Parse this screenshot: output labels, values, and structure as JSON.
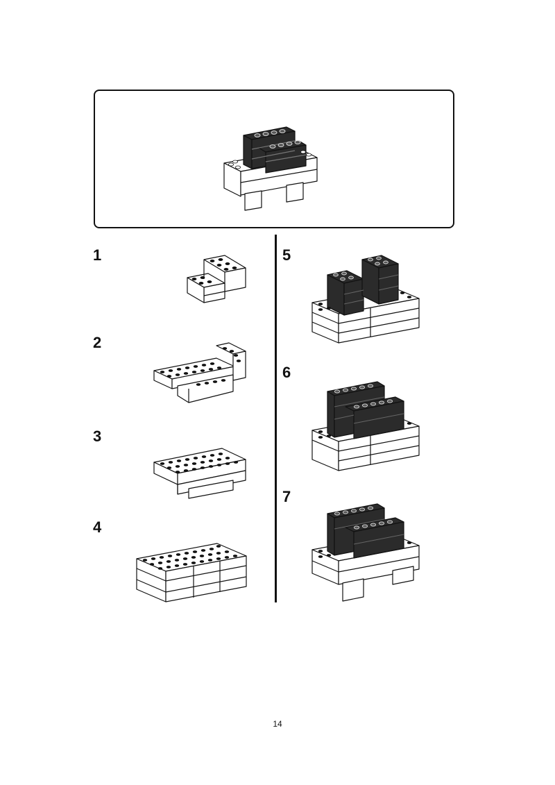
{
  "steps": [
    {
      "number": "1"
    },
    {
      "number": "2"
    },
    {
      "number": "3"
    },
    {
      "number": "4"
    },
    {
      "number": "5"
    },
    {
      "number": "6"
    },
    {
      "number": "7"
    }
  ],
  "page_number": "14",
  "colors": {
    "dark_brick": "#2b2b2b",
    "light_brick": "#ffffff",
    "outline": "#111111"
  }
}
